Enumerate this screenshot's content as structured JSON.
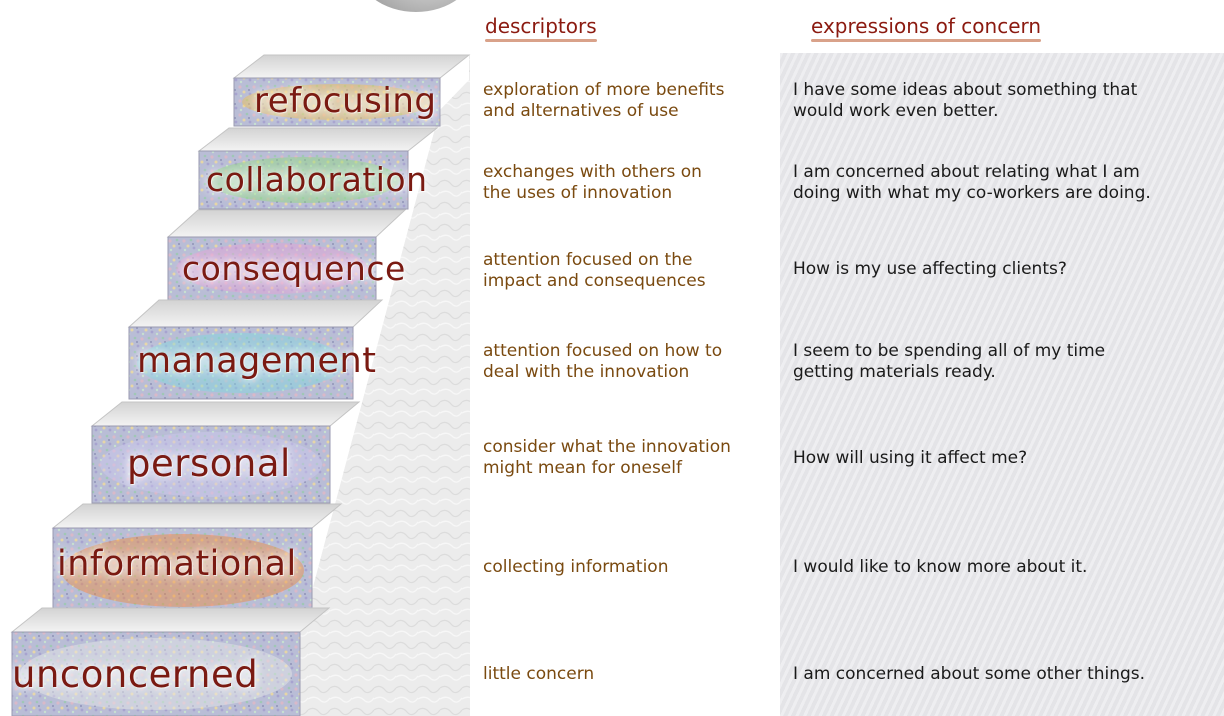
{
  "headers": {
    "descriptors": "descriptors",
    "concerns": "expressions of concern"
  },
  "stages": [
    {
      "stage": "refocusing",
      "descriptor_lines": [
        "exploration of more benefits",
        "and alternatives of use"
      ],
      "concern_lines": [
        "I have some ideas about something that",
        "would work even better."
      ],
      "glow": "#f5c24a"
    },
    {
      "stage": "collaboration",
      "descriptor_lines": [
        "exchanges with others on",
        "the uses of innovation"
      ],
      "concern_lines": [
        "I am concerned about relating what I am",
        "doing with what my co-workers are doing."
      ],
      "glow": "#8fdc7a"
    },
    {
      "stage": "consequence",
      "descriptor_lines": [
        "attention focused on the",
        "impact and consequences"
      ],
      "concern_lines": [
        "How is my use affecting clients?"
      ],
      "glow": "#e9a0d8"
    },
    {
      "stage": "management",
      "descriptor_lines": [
        "attention focused on how to",
        "deal with the innovation"
      ],
      "concern_lines": [
        "I seem to be spending all of my time",
        "getting materials ready."
      ],
      "glow": "#7fd8e0"
    },
    {
      "stage": "personal",
      "descriptor_lines": [
        "consider what the innovation",
        "might mean for oneself"
      ],
      "concern_lines": [
        "How will using it affect me?"
      ],
      "glow": "#cfc7ef"
    },
    {
      "stage": "informational",
      "descriptor_lines": [
        "collecting information"
      ],
      "concern_lines": [
        "I would like to know more about it."
      ],
      "glow": "#f08a3a"
    },
    {
      "stage": "unconcerned",
      "descriptor_lines": [
        "little concern"
      ],
      "concern_lines": [
        "I am concerned about some other things."
      ],
      "glow": "#e8e8e8"
    }
  ]
}
